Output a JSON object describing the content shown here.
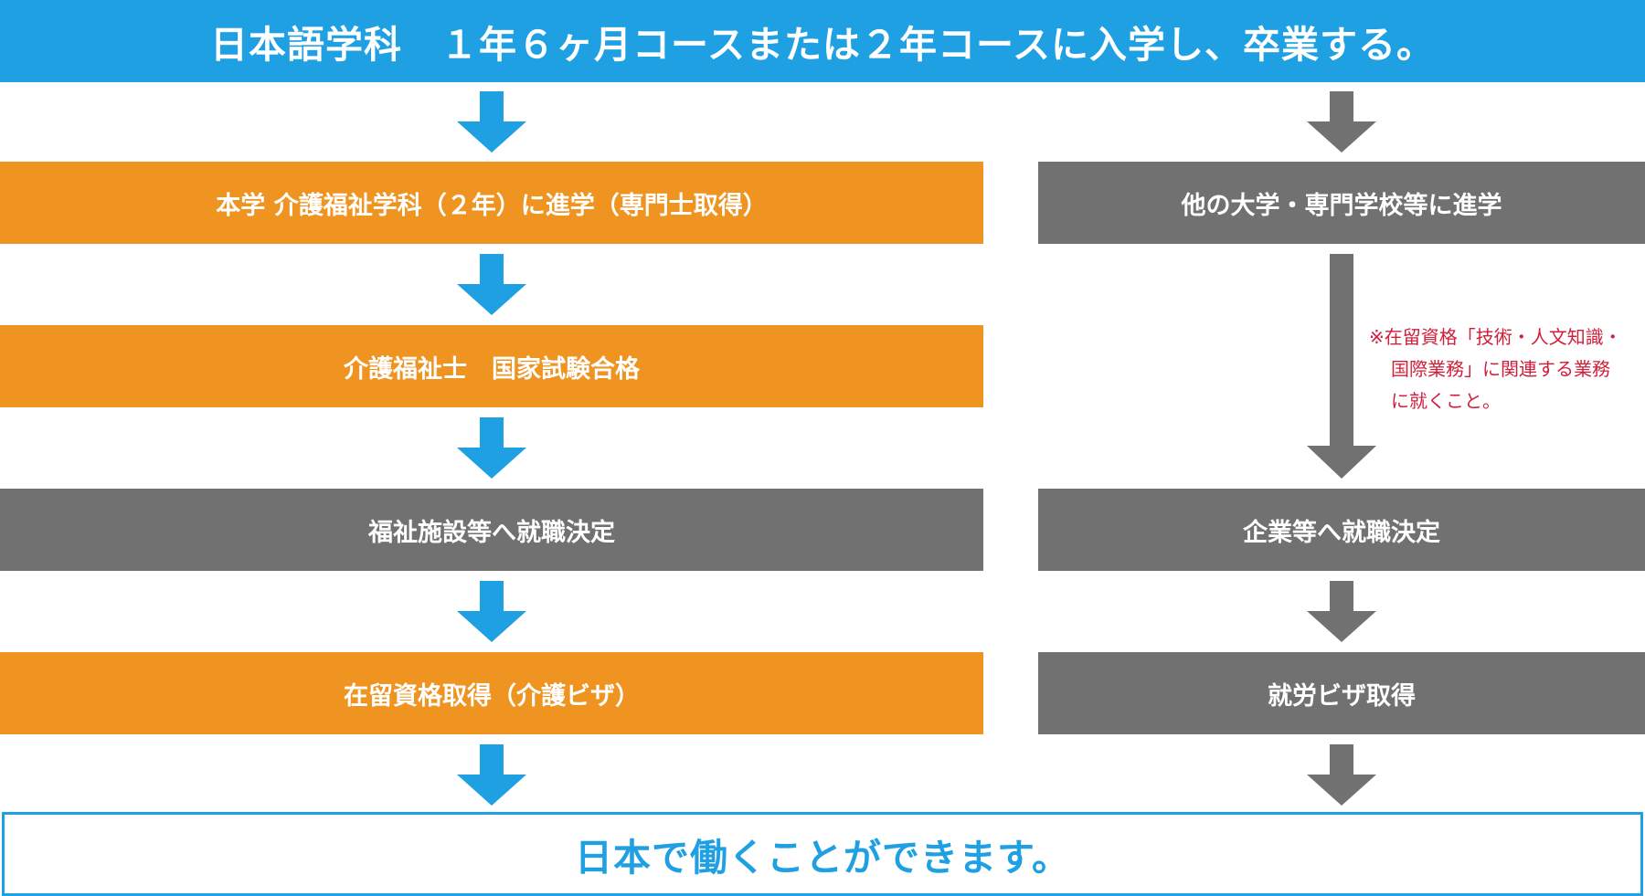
{
  "header": {
    "title": "日本語学科　１年６ヶ月コースまたは２年コースに入学し、卒業する。"
  },
  "left_path": {
    "steps": [
      "本学 介護福祉学科（２年）に進学（専門士取得）",
      "介護福祉士　国家試験合格",
      "福祉施設等へ就職決定",
      "在留資格取得（介護ビザ）"
    ]
  },
  "right_path": {
    "steps": [
      "他の大学・専門学校等に進学",
      "企業等へ就職決定",
      "就労ビザ取得"
    ],
    "note_lines": [
      "※在留資格「技術・人文知識・",
      "国際業務」に関連する業務",
      "に就くこと。"
    ]
  },
  "footer": {
    "text": "日本で働くことができます。"
  },
  "colors": {
    "blue": "#1ea0e3",
    "orange": "#ef9421",
    "gray": "#717171",
    "note_red": "#d01f3b",
    "white": "#ffffff"
  }
}
